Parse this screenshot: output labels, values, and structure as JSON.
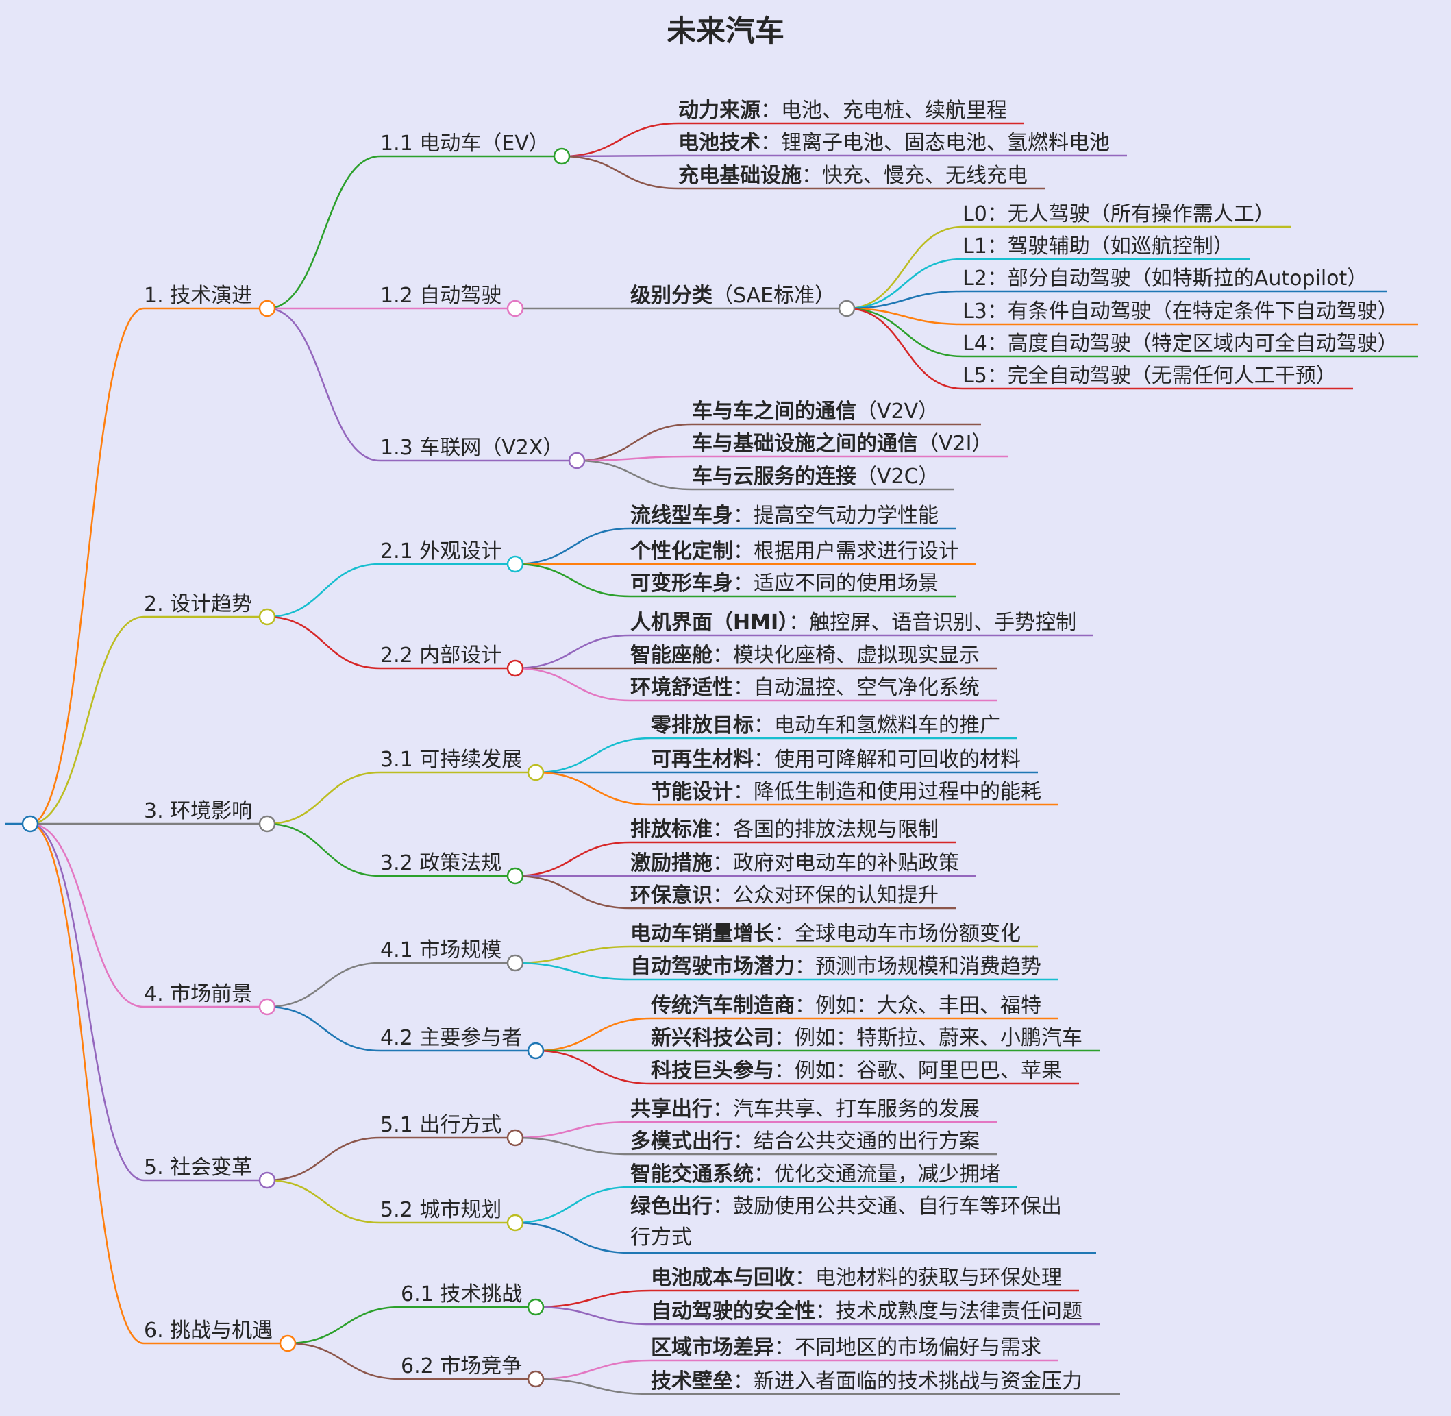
{
  "title": "未来汽车",
  "root_color": "#1f77b4",
  "branches": [
    {
      "label": "1. 技术演进",
      "color": "#ff7f0e",
      "children": [
        {
          "label": "1.1 电动车（EV）",
          "color": "#2ca02c",
          "children": [
            {
              "bold": "动力来源",
              "text": "：电池、充电桩、续航里程",
              "color": "#d62728"
            },
            {
              "bold": "电池技术",
              "text": "：锂离子电池、固态电池、氢燃料电池",
              "color": "#9467bd"
            },
            {
              "bold": "充电基础设施",
              "text": "：快充、慢充、无线充电",
              "color": "#8c564b"
            }
          ]
        },
        {
          "label": "1.2 自动驾驶",
          "color": "#e377c2",
          "children": [
            {
              "bold": "级别分类",
              "text": "（SAE标准）",
              "color": "#7f7f7f",
              "children": [
                {
                  "bold": "",
                  "text": "L0：无人驾驶（所有操作需人工）",
                  "color": "#bcbd22"
                },
                {
                  "bold": "",
                  "text": "L1：驾驶辅助（如巡航控制）",
                  "color": "#17becf"
                },
                {
                  "bold": "",
                  "text": "L2：部分自动驾驶（如特斯拉的Autopilot）",
                  "color": "#1f77b4"
                },
                {
                  "bold": "",
                  "text": "L3：有条件自动驾驶（在特定条件下自动驾驶）",
                  "color": "#ff7f0e"
                },
                {
                  "bold": "",
                  "text": "L4：高度自动驾驶（特定区域内可全自动驾驶）",
                  "color": "#2ca02c"
                },
                {
                  "bold": "",
                  "text": "L5：完全自动驾驶（无需任何人工干预）",
                  "color": "#d62728"
                }
              ]
            }
          ]
        },
        {
          "label": "1.3 车联网（V2X）",
          "color": "#9467bd",
          "children": [
            {
              "bold": "车与车之间的通信",
              "text": "（V2V）",
              "color": "#8c564b"
            },
            {
              "bold": "车与基础设施之间的通信",
              "text": "（V2I）",
              "color": "#e377c2"
            },
            {
              "bold": "车与云服务的连接",
              "text": "（V2C）",
              "color": "#7f7f7f"
            }
          ]
        }
      ]
    },
    {
      "label": "2. 设计趋势",
      "color": "#bcbd22",
      "children": [
        {
          "label": "2.1 外观设计",
          "color": "#17becf",
          "children": [
            {
              "bold": "流线型车身",
              "text": "：提高空气动力学性能",
              "color": "#1f77b4"
            },
            {
              "bold": "个性化定制",
              "text": "：根据用户需求进行设计",
              "color": "#ff7f0e"
            },
            {
              "bold": "可变形车身",
              "text": "：适应不同的使用场景",
              "color": "#2ca02c"
            }
          ]
        },
        {
          "label": "2.2 内部设计",
          "color": "#d62728",
          "children": [
            {
              "bold": "人机界面（HMI）",
              "text": "：触控屏、语音识别、手势控制",
              "color": "#9467bd"
            },
            {
              "bold": "智能座舱",
              "text": "：模块化座椅、虚拟现实显示",
              "color": "#8c564b"
            },
            {
              "bold": "环境舒适性",
              "text": "：自动温控、空气净化系统",
              "color": "#e377c2"
            }
          ]
        }
      ]
    },
    {
      "label": "3. 环境影响",
      "color": "#7f7f7f",
      "children": [
        {
          "label": "3.1 可持续发展",
          "color": "#bcbd22",
          "children": [
            {
              "bold": "零排放目标",
              "text": "：电动车和氢燃料车的推广",
              "color": "#17becf"
            },
            {
              "bold": "可再生材料",
              "text": "：使用可降解和可回收的材料",
              "color": "#1f77b4"
            },
            {
              "bold": "节能设计",
              "text": "：降低生制造和使用过程中的能耗",
              "color": "#ff7f0e"
            }
          ]
        },
        {
          "label": "3.2 政策法规",
          "color": "#2ca02c",
          "children": [
            {
              "bold": "排放标准",
              "text": "：各国的排放法规与限制",
              "color": "#d62728"
            },
            {
              "bold": "激励措施",
              "text": "：政府对电动车的补贴政策",
              "color": "#9467bd"
            },
            {
              "bold": "环保意识",
              "text": "：公众对环保的认知提升",
              "color": "#8c564b"
            }
          ]
        }
      ]
    },
    {
      "label": "4. 市场前景",
      "color": "#e377c2",
      "children": [
        {
          "label": "4.1 市场规模",
          "color": "#7f7f7f",
          "children": [
            {
              "bold": "电动车销量增长",
              "text": "：全球电动车市场份额变化",
              "color": "#bcbd22"
            },
            {
              "bold": "自动驾驶市场潜力",
              "text": "：预测市场规模和消费趋势",
              "color": "#17becf"
            }
          ]
        },
        {
          "label": "4.2 主要参与者",
          "color": "#1f77b4",
          "children": [
            {
              "bold": "传统汽车制造商",
              "text": "：例如：大众、丰田、福特",
              "color": "#ff7f0e"
            },
            {
              "bold": "新兴科技公司",
              "text": "：例如：特斯拉、蔚来、小鹏汽车",
              "color": "#2ca02c"
            },
            {
              "bold": "科技巨头参与",
              "text": "：例如：谷歌、阿里巴巴、苹果",
              "color": "#d62728"
            }
          ]
        }
      ]
    },
    {
      "label": "5. 社会变革",
      "color": "#9467bd",
      "children": [
        {
          "label": "5.1 出行方式",
          "color": "#8c564b",
          "children": [
            {
              "bold": "共享出行",
              "text": "：汽车共享、打车服务的发展",
              "color": "#e377c2"
            },
            {
              "bold": "多模式出行",
              "text": "：结合公共交通的出行方案",
              "color": "#7f7f7f"
            }
          ]
        },
        {
          "label": "5.2 城市规划",
          "color": "#bcbd22",
          "children": [
            {
              "bold": "智能交通系统",
              "text": "：优化交通流量，减少拥堵",
              "color": "#17becf"
            },
            {
              "bold": "绿色出行",
              "text": "：鼓励使用公共交通、自行车等环保出",
              "text2": "行方式",
              "color": "#1f77b4"
            }
          ]
        }
      ]
    },
    {
      "label": "6. 挑战与机遇",
      "color": "#ff7f0e",
      "children": [
        {
          "label": "6.1 技术挑战",
          "color": "#2ca02c",
          "children": [
            {
              "bold": "电池成本与回收",
              "text": "：电池材料的获取与环保处理",
              "color": "#d62728"
            },
            {
              "bold": "自动驾驶的安全性",
              "text": "：技术成熟度与法律责任问题",
              "color": "#9467bd"
            }
          ]
        },
        {
          "label": "6.2 市场竞争",
          "color": "#8c564b",
          "children": [
            {
              "bold": "区域市场差异",
              "text": "：不同地区的市场偏好与需求",
              "color": "#e377c2"
            },
            {
              "bold": "技术壁垒",
              "text": "：新进入者面临的技术挑战与资金压力",
              "color": "#7f7f7f"
            }
          ]
        }
      ]
    }
  ]
}
